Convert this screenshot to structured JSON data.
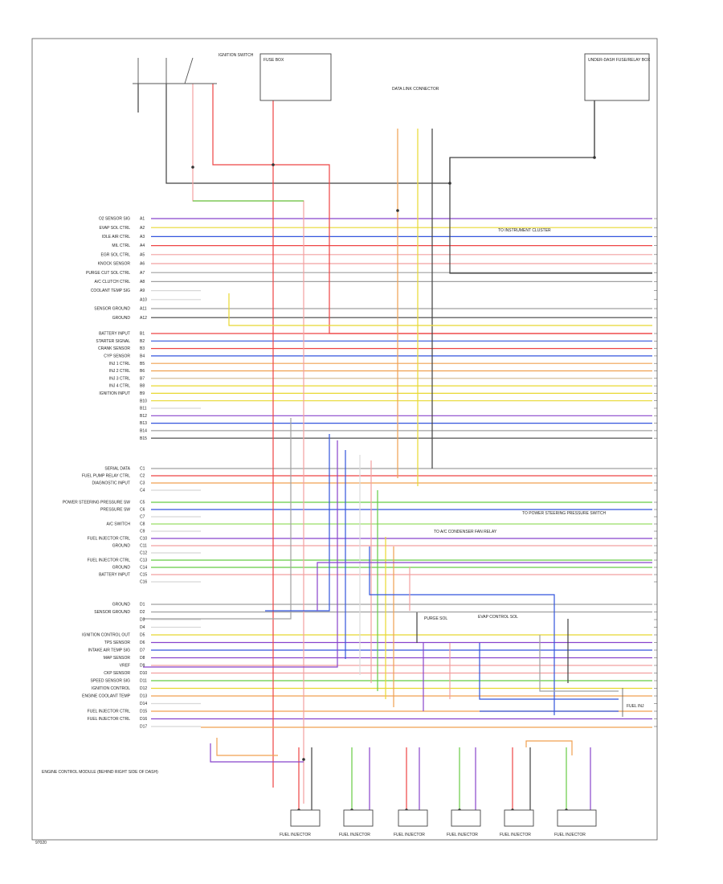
{
  "diagram_id": "97020",
  "footnote": "ENGINE CONTROL MODULE (BEHIND RIGHT SIDE OF DASH)",
  "colors": {
    "black": "#404040",
    "red": "#ee4444",
    "pink": "#f2a0a0",
    "green": "#66cc44",
    "blue": "#3355dd",
    "violet": "#8844cc",
    "yellow": "#e8d830",
    "orange": "#f0a050",
    "tan": "#d0b890",
    "gray": "#a0a0a0",
    "white": "#dddddd",
    "ltgreen": "#99dd66"
  },
  "pins": [
    {
      "label": "O2 SENSOR SIG",
      "code": "A1",
      "color": "violet"
    },
    {
      "label": "EVAP SOL CTRL",
      "code": "A2",
      "color": "yellow"
    },
    {
      "label": "IDLE AIR CTRL",
      "code": "A3",
      "color": "blue"
    },
    {
      "label": "MIL CTRL",
      "code": "A4",
      "color": "red"
    },
    {
      "label": "EGR SOL CTRL",
      "code": "A5",
      "color": "pink"
    },
    {
      "label": "KNOCK SENSOR",
      "code": "A6",
      "color": "pink"
    },
    {
      "label": "PURGE CUT SOL CTRL",
      "code": "A7",
      "color": "gray"
    },
    {
      "label": "A/C CLUTCH CTRL",
      "code": "A8",
      "color": "gray"
    },
    {
      "label": "COOLANT TEMP SIG",
      "code": "A9",
      "color": "white"
    },
    {
      "label": "",
      "code": "A10",
      "color": "white"
    },
    {
      "label": "SENSOR GROUND",
      "code": "A11",
      "color": "gray"
    },
    {
      "label": "GROUND",
      "code": "A12",
      "color": "black"
    },
    {
      "label": "BATTERY INPUT",
      "code": "B1",
      "color": "red"
    },
    {
      "label": "STARTER SIGNAL",
      "code": "B2",
      "color": "blue"
    },
    {
      "label": "CRANK SENSOR",
      "code": "B3",
      "color": "red"
    },
    {
      "label": "CYP SENSOR",
      "code": "B4",
      "color": "blue"
    },
    {
      "label": "INJ 1 CTRL",
      "code": "B5",
      "color": "orange"
    },
    {
      "label": "INJ 2 CTRL",
      "code": "B6",
      "color": "orange"
    },
    {
      "label": "INJ 3 CTRL",
      "code": "B7",
      "color": "tan"
    },
    {
      "label": "INJ 4 CTRL",
      "code": "B8",
      "color": "yellow"
    },
    {
      "label": "IGNITION INPUT",
      "code": "B9",
      "color": "yellow"
    },
    {
      "label": "",
      "code": "B10",
      "color": "yellow"
    },
    {
      "label": "",
      "code": "B11",
      "color": "white"
    },
    {
      "label": "",
      "code": "B12",
      "color": "violet"
    },
    {
      "label": "",
      "code": "B13",
      "color": "blue"
    },
    {
      "label": "",
      "code": "B14",
      "color": "gray"
    },
    {
      "label": "",
      "code": "B15",
      "color": "black"
    },
    {
      "label": "SERIAL DATA",
      "code": "C1",
      "color": "gray"
    },
    {
      "label": "FUEL PUMP RELAY CTRL",
      "code": "C2",
      "color": "red"
    },
    {
      "label": "DIAGNOSTIC INPUT",
      "code": "C3",
      "color": "orange"
    },
    {
      "label": "",
      "code": "C4",
      "color": "white"
    },
    {
      "label": "POWER STEERING PRESSURE SW",
      "code": "C5",
      "color": "green"
    },
    {
      "label": "PRESSURE SW",
      "code": "C6",
      "color": "blue"
    },
    {
      "label": "",
      "code": "C7",
      "color": "white"
    },
    {
      "label": "A/C SWITCH",
      "code": "C8",
      "color": "ltgreen"
    },
    {
      "label": "",
      "code": "C9",
      "color": "white"
    },
    {
      "label": "FUEL INJECTOR CTRL",
      "code": "C10",
      "color": "violet"
    },
    {
      "label": "GROUND",
      "code": "C11",
      "color": "pink"
    },
    {
      "label": "",
      "code": "C12",
      "color": "white"
    },
    {
      "label": "FUEL INJECTOR CTRL",
      "code": "C13",
      "color": "green"
    },
    {
      "label": "GROUND",
      "code": "C14",
      "color": "green"
    },
    {
      "label": "BATTERY INPUT",
      "code": "C15",
      "color": "pink"
    },
    {
      "label": "",
      "code": "C16",
      "color": "white"
    },
    {
      "label": "GROUND",
      "code": "D1",
      "color": "gray"
    },
    {
      "label": "SENSOR GROUND",
      "code": "D2",
      "color": "gray"
    },
    {
      "label": "",
      "code": "D3",
      "color": "white"
    },
    {
      "label": "",
      "code": "D4",
      "color": "white"
    },
    {
      "label": "IGNITION CONTROL OUT",
      "code": "D5",
      "color": "yellow"
    },
    {
      "label": "TPS SENSOR",
      "code": "D6",
      "color": "violet"
    },
    {
      "label": "INTAKE AIR TEMP SIG",
      "code": "D7",
      "color": "blue"
    },
    {
      "label": "MAP SENSOR",
      "code": "D8",
      "color": "violet"
    },
    {
      "label": "VREF",
      "code": "D9",
      "color": "pink"
    },
    {
      "label": "CKP SENSOR",
      "code": "D10",
      "color": "pink"
    },
    {
      "label": "SPEED SENSOR SIG",
      "code": "D11",
      "color": "green"
    },
    {
      "label": "IGNITION CONTROL",
      "code": "D12",
      "color": "yellow"
    },
    {
      "label": "ENGINE COOLANT TEMP",
      "code": "D13",
      "color": "orange"
    },
    {
      "label": "",
      "code": "D14",
      "color": "white"
    },
    {
      "label": "FUEL INJECTOR CTRL",
      "code": "D15",
      "color": "orange"
    },
    {
      "label": "FUEL INJECTOR CTRL",
      "code": "D16",
      "color": "violet"
    },
    {
      "label": "",
      "code": "D17",
      "color": "white"
    }
  ],
  "top_components": [
    {
      "label": "IGNITION SWITCH"
    },
    {
      "label": "FUSE BOX"
    },
    {
      "label": "UNDER-DASH FUSE/RELAY BOX"
    }
  ],
  "mid_components": [
    {
      "label": "DATA LINK CONNECTOR"
    },
    {
      "label": "TO INSTRUMENT CLUSTER"
    },
    {
      "label": "TO POWER STEERING PRESSURE SWITCH"
    },
    {
      "label": "TO A/C CONDENSER FAN RELAY"
    }
  ],
  "sensor_components": [
    {
      "label": "PURGE SOL"
    },
    {
      "label": "EVAP CONTROL SOL"
    },
    {
      "label": "FUEL INJ"
    }
  ],
  "bottom_components": [
    {
      "label": "FUEL INJECTOR"
    },
    {
      "label": "FUEL INJECTOR"
    },
    {
      "label": "FUEL INJECTOR"
    },
    {
      "label": "FUEL INJECTOR"
    },
    {
      "label": "FUEL INJECTOR"
    },
    {
      "label": "FUEL INJECTOR"
    }
  ]
}
